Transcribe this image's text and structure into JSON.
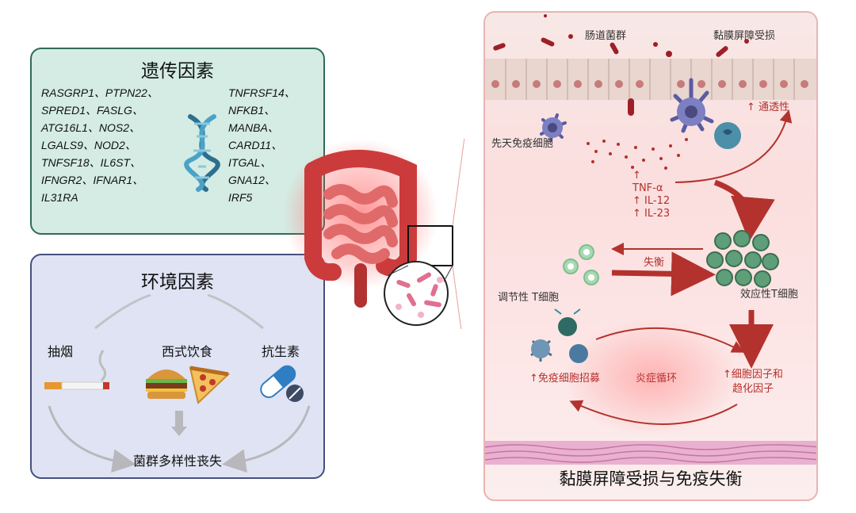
{
  "genetic": {
    "title": "遗传因素",
    "genes_left": [
      "RASGRP1、PTPN22、",
      "SPRED1、FASLG、",
      "ATG16L1、NOS2、",
      "LGALS9、NOD2、",
      "TNFSF18、IL6ST、",
      "IFNGR2、IFNAR1、",
      "IL31RA"
    ],
    "genes_right": [
      "TNFRSF14、",
      "NFKB1、",
      "MANBA、",
      "CARD11、",
      "ITGAL、",
      "GNA12、",
      "IRF5"
    ]
  },
  "environment": {
    "title": "环境因素",
    "smoking": "抽烟",
    "diet": "西式饮食",
    "antibiotics": "抗生素",
    "outcome": "菌群多样性丧失"
  },
  "mucosa": {
    "gut_flora": "肠道菌群",
    "barrier_damage": "黏膜屏障受损",
    "permeability": "↑ 通透性",
    "innate_cells": "先天免疫细胞",
    "cytokines": [
      "↑",
      "TNF-α",
      "↑ IL-12",
      "↑ IL-23"
    ],
    "imbalance": "失衡",
    "treg": "调节性 T细胞",
    "teff": "效应性T细胞",
    "recruit": "↑免疫细胞招募",
    "cycle": "炎症循环",
    "chemokines": [
      "↑细胞因子和",
      "趋化因子"
    ],
    "title": "黏膜屏障受损与免疫失衡"
  },
  "colors": {
    "genetic_bg": "#d4ece4",
    "genetic_border": "#2f6b5a",
    "env_bg": "#dfe3f3",
    "env_border": "#45507e",
    "arrow_red": "#b3322e",
    "cell_green": "#5e9e78"
  }
}
